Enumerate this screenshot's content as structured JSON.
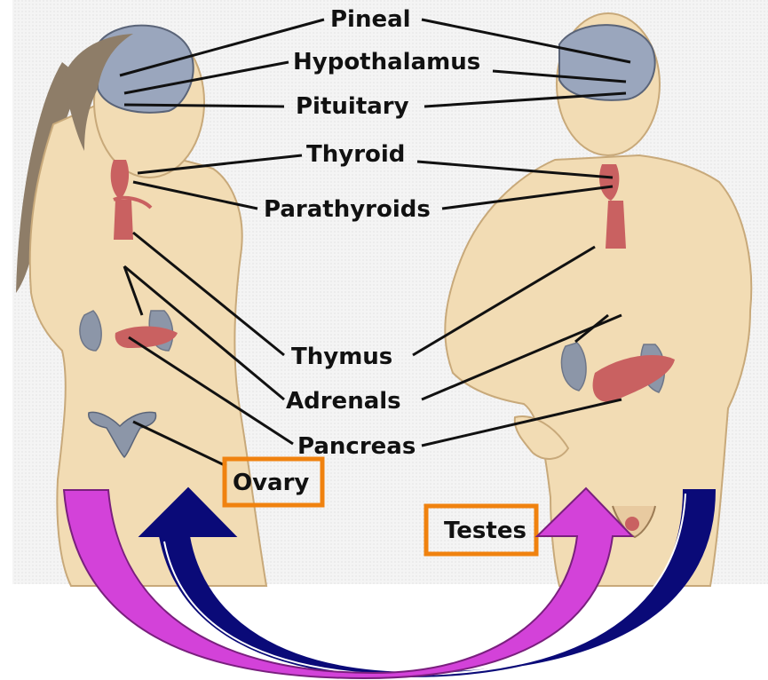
{
  "labels": {
    "pineal": "Pineal",
    "hypothalamus": "Hypothalamus",
    "pituitary": "Pituitary",
    "thyroid": "Thyroid",
    "parathyroids": "Parathyroids",
    "thymus": "Thymus",
    "adrenals": "Adrenals",
    "pancreas": "Pancreas",
    "ovary": "Ovary",
    "testes": "Testes"
  },
  "colors": {
    "skin": "#f2dcb4",
    "skin_shadow": "#d8b98c",
    "brain": "#9aa6bd",
    "gland_red": "#c96161",
    "kidney": "#8c96a8",
    "hair": "#8e7d68",
    "highlight_box": "#f0820f",
    "arrow_magenta": "#d342d9",
    "arrow_navy": "#0a0a78"
  }
}
